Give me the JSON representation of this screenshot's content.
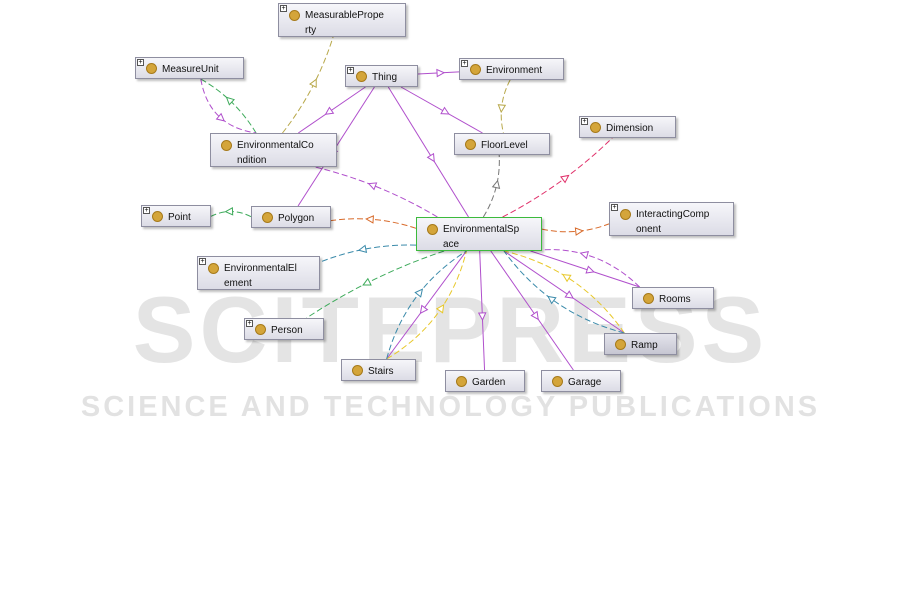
{
  "watermark": {
    "title": "SCITEPRESS",
    "subtitle": "SCIENCE AND TECHNOLOGY PUBLICATIONS"
  },
  "colors": {
    "subclass": "#b04fcc",
    "green": "#3daa5a",
    "olive": "#b8a84a",
    "orange": "#d86a2a",
    "pink": "#e0306a",
    "teal": "#3a8aaa",
    "yellow": "#e8c82a",
    "gray": "#777777"
  },
  "nodes": [
    {
      "id": "measurable",
      "label": "MeasurableProperty",
      "lines": [
        "MeasurablePrope",
        "rty"
      ],
      "expandable": true
    },
    {
      "id": "measureunit",
      "label": "MeasureUnit",
      "lines": [
        "MeasureUnit"
      ],
      "expandable": true
    },
    {
      "id": "thing",
      "label": "Thing",
      "lines": [
        "Thing"
      ],
      "expandable": true
    },
    {
      "id": "environment",
      "label": "Environment",
      "lines": [
        "Environment"
      ],
      "expandable": true
    },
    {
      "id": "envcond",
      "label": "EnvironmentalCondition",
      "lines": [
        "EnvironmentalCo",
        "ndition"
      ],
      "expandable": false
    },
    {
      "id": "floorlevel",
      "label": "FloorLevel",
      "lines": [
        "FloorLevel"
      ],
      "expandable": false
    },
    {
      "id": "dimension",
      "label": "Dimension",
      "lines": [
        "Dimension"
      ],
      "expandable": true
    },
    {
      "id": "point",
      "label": "Point",
      "lines": [
        "Point"
      ],
      "expandable": true
    },
    {
      "id": "polygon",
      "label": "Polygon",
      "lines": [
        "Polygon"
      ],
      "expandable": false
    },
    {
      "id": "envspace",
      "label": "EnvironmentalSpace",
      "lines": [
        "EnvironmentalSp",
        "ace"
      ],
      "expandable": false,
      "selected": true
    },
    {
      "id": "interacting",
      "label": "InteractingComponent",
      "lines": [
        "InteractingComp",
        "onent"
      ],
      "expandable": true
    },
    {
      "id": "envelement",
      "label": "EnvironmentalElement",
      "lines": [
        "EnvironmentalEl",
        "ement"
      ],
      "expandable": true
    },
    {
      "id": "rooms",
      "label": "Rooms",
      "lines": [
        "Rooms"
      ],
      "expandable": false
    },
    {
      "id": "person",
      "label": "Person",
      "lines": [
        "Person"
      ],
      "expandable": true
    },
    {
      "id": "ramp",
      "label": "Ramp",
      "lines": [
        "Ramp"
      ],
      "expandable": false
    },
    {
      "id": "stairs",
      "label": "Stairs",
      "lines": [
        "Stairs"
      ],
      "expandable": false
    },
    {
      "id": "garden",
      "label": "Garden",
      "lines": [
        "Garden"
      ],
      "expandable": false
    },
    {
      "id": "garage",
      "label": "Garage",
      "lines": [
        "Garage"
      ],
      "expandable": false
    }
  ],
  "edges": [
    {
      "from": "thing",
      "to": "environment",
      "style": "subclass"
    },
    {
      "from": "thing",
      "to": "envcond",
      "style": "subclass"
    },
    {
      "from": "thing",
      "to": "floorlevel",
      "style": "subclass"
    },
    {
      "from": "thing",
      "to": "envspace",
      "style": "subclass"
    },
    {
      "from": "thing",
      "to": "polygon",
      "style": "subclass"
    },
    {
      "from": "envcond",
      "to": "measureunit",
      "style": "green"
    },
    {
      "from": "measureunit",
      "to": "envcond",
      "style": "subclass-dash"
    },
    {
      "from": "envcond",
      "to": "measurable",
      "style": "olive"
    },
    {
      "from": "envspace",
      "to": "envcond",
      "style": "subclass-dash"
    },
    {
      "from": "environment",
      "to": "floorlevel",
      "style": "olive"
    },
    {
      "from": "envspace",
      "to": "floorlevel",
      "style": "gray"
    },
    {
      "from": "envspace",
      "to": "dimension",
      "style": "pink"
    },
    {
      "from": "envspace",
      "to": "interacting",
      "style": "orange"
    },
    {
      "from": "envspace",
      "to": "polygon",
      "style": "orange"
    },
    {
      "from": "polygon",
      "to": "point",
      "style": "green"
    },
    {
      "from": "envspace",
      "to": "envelement",
      "style": "teal"
    },
    {
      "from": "envspace",
      "to": "person",
      "style": "green"
    },
    {
      "from": "envspace",
      "to": "rooms",
      "style": "subclass"
    },
    {
      "from": "envspace",
      "to": "ramp",
      "style": "subclass"
    },
    {
      "from": "envspace",
      "to": "garage",
      "style": "subclass"
    },
    {
      "from": "envspace",
      "to": "garden",
      "style": "subclass"
    },
    {
      "from": "envspace",
      "to": "stairs",
      "style": "subclass"
    },
    {
      "from": "stairs",
      "to": "envspace",
      "style": "yellow"
    },
    {
      "from": "stairs",
      "to": "envspace",
      "style": "teal"
    },
    {
      "from": "ramp",
      "to": "envspace",
      "style": "yellow"
    },
    {
      "from": "ramp",
      "to": "envspace",
      "style": "teal"
    },
    {
      "from": "rooms",
      "to": "envspace",
      "style": "subclass-dash"
    }
  ]
}
